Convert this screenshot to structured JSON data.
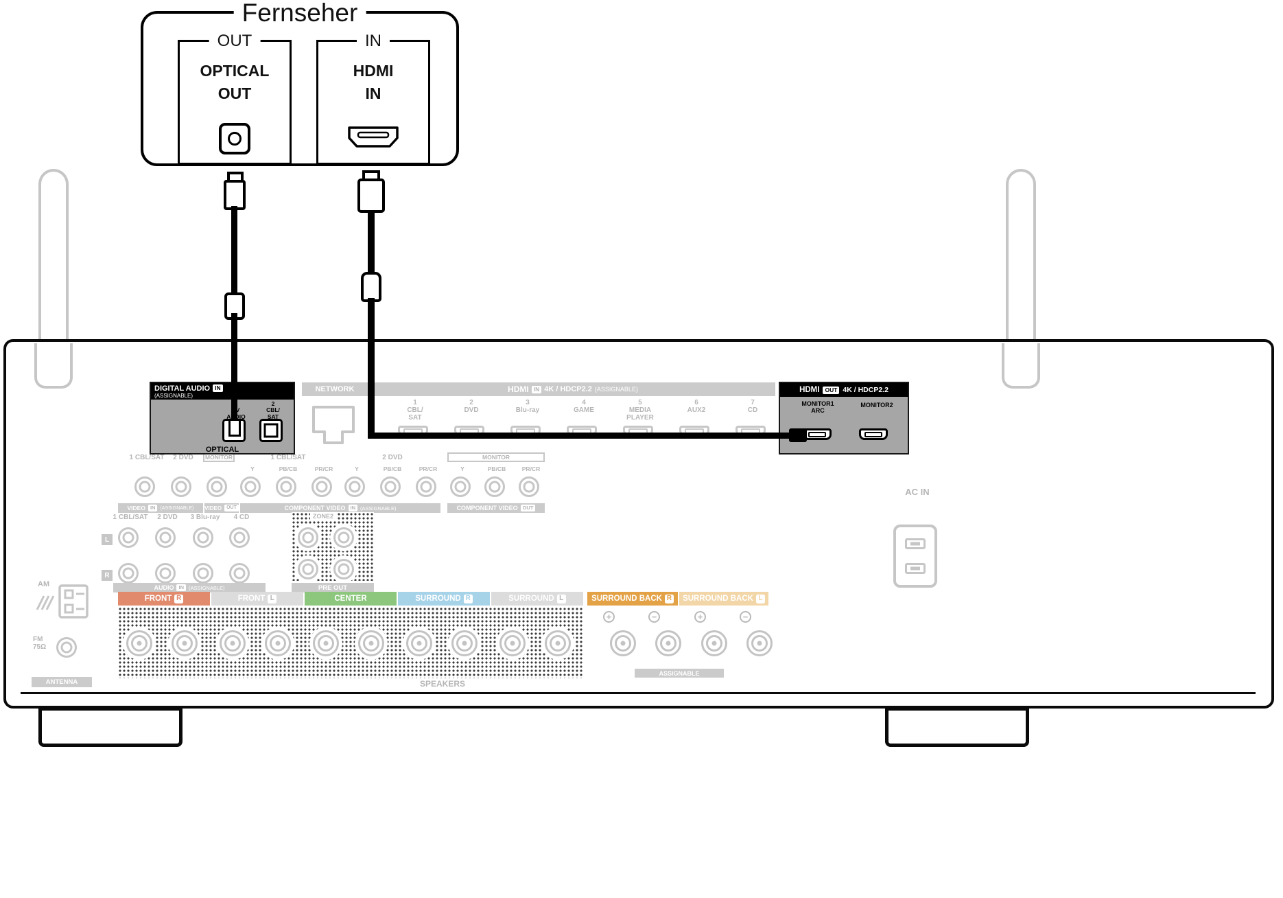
{
  "tv": {
    "title": "Fernseher",
    "optical": {
      "tab": "OUT",
      "label": "OPTICAL\nOUT"
    },
    "hdmi": {
      "tab": "IN",
      "label": "HDMI\nIN"
    }
  },
  "receiver": {
    "digital_audio": {
      "title": "DIGITAL AUDIO",
      "badge": "IN",
      "assignable": "(ASSIGNABLE)",
      "jack1": "1\nTV\nAUDIO",
      "jack2": "2\nCBL/\nSAT",
      "footer": "OPTICAL"
    },
    "network": {
      "title": "NETWORK"
    },
    "hdmi_in": {
      "title": "HDMI",
      "badge": "IN",
      "spec": "4K / HDCP2.2",
      "assignable": "(ASSIGNABLE)",
      "ports": [
        {
          "label": "1\nCBL/\nSAT"
        },
        {
          "label": "2\nDVD"
        },
        {
          "label": "3\nBlu-ray"
        },
        {
          "label": "4\nGAME"
        },
        {
          "label": "5\nMEDIA\nPLAYER"
        },
        {
          "label": "6\nAUX2"
        },
        {
          "label": "7\nCD"
        }
      ]
    },
    "hdmi_out": {
      "title": "HDMI",
      "badge": "OUT",
      "spec": "4K / HDCP2.2",
      "port1": "MONITOR1\nARC",
      "port2": "MONITOR2"
    },
    "video": {
      "in1": "1 CBL/SAT",
      "in2": "2 DVD",
      "monitor": "MONITOR",
      "caption_in": {
        "title": "VIDEO",
        "badge": "IN",
        "assignable": "(ASSIGNABLE)"
      },
      "caption_out": {
        "title": "VIDEO",
        "badge": "OUT"
      }
    },
    "component": {
      "group1": "1 CBL/SAT",
      "group2": "2 DVD",
      "monitor": "MONITOR",
      "y": "Y",
      "pb": "PB/CB",
      "pr": "PR/CR",
      "caption_in": {
        "title": "COMPONENT VIDEO",
        "badge": "IN",
        "assignable": "(ASSIGNABLE)"
      },
      "caption_out": {
        "title": "COMPONENT VIDEO",
        "badge": "OUT"
      }
    },
    "audio": {
      "l": "L",
      "r": "R",
      "in1": "1 CBL/SAT",
      "in2": "2 DVD",
      "in3": "3 Blu-ray",
      "in4": "4 CD",
      "zone2": "ZONE2",
      "caption_in": {
        "title": "AUDIO",
        "badge": "IN",
        "assignable": "(ASSIGNABLE)"
      },
      "preout": "PRE OUT"
    },
    "speakers": {
      "title": "SPEAKERS",
      "assignable": "ASSIGNABLE",
      "plus": "+",
      "minus": "−",
      "groups": [
        {
          "label": "FRONT",
          "badge": "R"
        },
        {
          "label": "FRONT",
          "badge": "L"
        },
        {
          "label": "CENTER",
          "badge": ""
        },
        {
          "label": "SURROUND",
          "badge": "R"
        },
        {
          "label": "SURROUND",
          "badge": "L"
        },
        {
          "label": "SURROUND BACK",
          "badge": "R"
        },
        {
          "label": "SURROUND BACK",
          "badge": "L"
        }
      ]
    },
    "antenna": {
      "am": "AM",
      "fm": "FM\n75Ω",
      "title": "ANTENNA"
    },
    "ac": {
      "label": "AC IN"
    }
  },
  "colors": {
    "front_r": "#e18a6c",
    "center": "#8cc77d",
    "surround_r": "#a7d3e9",
    "surround_back_r": "#e3a246",
    "surround_back_l": "#f2d6a8",
    "speaker_faded": "#dcdcdc",
    "badge_faded": "#b5b5b5",
    "highlight_header": "#000000",
    "highlight_body": "#a6a6a6",
    "faded_line": "#c6c6c6",
    "faded_text": "#b5b5b5",
    "cable": "#000000"
  }
}
